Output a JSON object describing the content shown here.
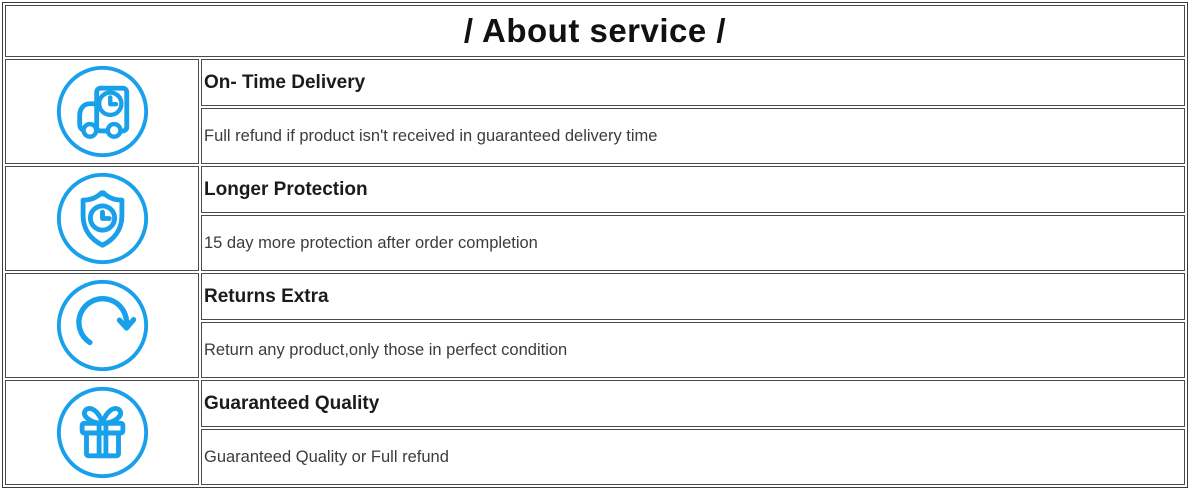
{
  "header": {
    "title": "/ About service /"
  },
  "services": [
    {
      "icon": "truck-clock-icon",
      "title": "On- Time Delivery",
      "description": "Full refund if product isn't received in guaranteed delivery time"
    },
    {
      "icon": "shield-clock-icon",
      "title": "Longer Protection",
      "description": "15 day more protection after order completion"
    },
    {
      "icon": "return-arrow-icon",
      "title": "Returns Extra",
      "description": "Return any product,only those in perfect condition"
    },
    {
      "icon": "gift-icon",
      "title": "Guaranteed Quality",
      "description": "Guaranteed Quality or Full refund"
    }
  ],
  "colors": {
    "icon_blue": "#19a0eb",
    "border": "#4a4a4a",
    "title_text": "#1b1b1b",
    "description_text": "#3c3c3c",
    "header_text": "#111111"
  }
}
